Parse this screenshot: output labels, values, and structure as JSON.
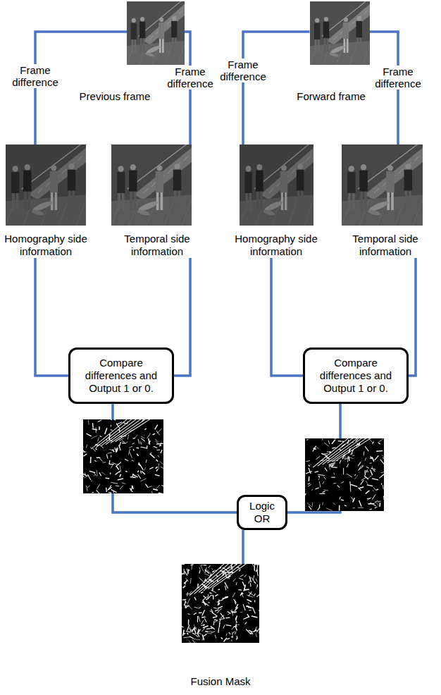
{
  "diagram": {
    "nodes": [
      {
        "text": [
          "Previous frame"
        ]
      },
      {
        "text": [
          "Forward frame"
        ]
      },
      {
        "text": [
          "Homography side information"
        ]
      },
      {
        "text": [
          "Temporal side information"
        ]
      },
      {
        "text": [
          "Homography side information"
        ]
      },
      {
        "text": [
          "Temporal side information"
        ]
      },
      {
        "text": [
          "Compare differences and Output 1 or 0."
        ]
      },
      {
        "text": [
          "Compare differences and Output 1 or 0."
        ]
      },
      {
        "text": [
          "Logic OR"
        ]
      },
      {
        "text": [
          "Fusion Mask"
        ]
      }
    ],
    "edges": [
      {
        "from": 0,
        "to": 2,
        "label": "Frame difference",
        "arrow": "none"
      },
      {
        "from": 0,
        "to": 3,
        "label": "Frame difference",
        "arrow": "none"
      },
      {
        "from": 1,
        "to": 4,
        "label": "Frame difference",
        "arrow": "none"
      },
      {
        "from": 1,
        "to": 5,
        "label": "Frame difference",
        "arrow": "none"
      },
      {
        "from": 2,
        "to": 6,
        "arrow": "none"
      },
      {
        "from": 3,
        "to": 6,
        "arrow": "none"
      },
      {
        "from": 4,
        "to": 7,
        "arrow": "none"
      },
      {
        "from": 5,
        "to": 7,
        "arrow": "none"
      },
      {
        "from": 6,
        "to": 8,
        "arrow": "none"
      },
      {
        "from": 7,
        "to": 8,
        "arrow": "none"
      },
      {
        "from": 8,
        "to": 9,
        "arrow": "none"
      }
    ]
  }
}
